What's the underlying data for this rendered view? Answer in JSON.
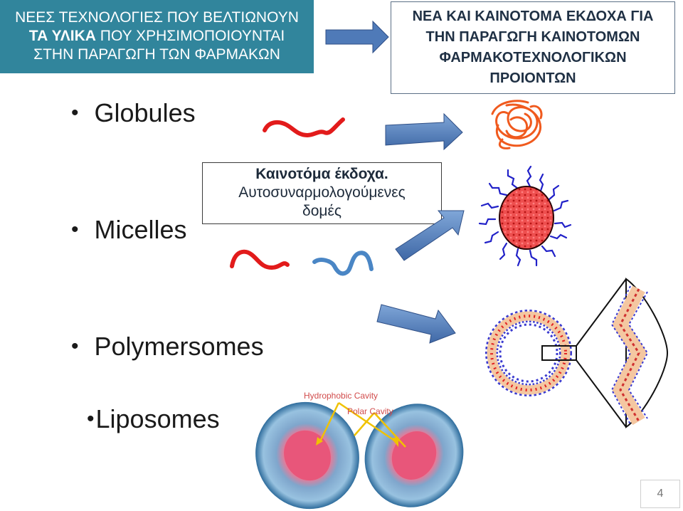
{
  "title": {
    "line1": "ΝΕΕΣ ΤΕΧΝΟΛΟΓΙΕΣ ΠΟΥ ΒΕΛΤΙΩΝΟΥΝ",
    "line2_bold": "ΤΑ ΥΛΙΚΑ",
    "line2_rest": " ΠΟΥ ΧΡΗΣΙΜΟΠΟΙΟΥΝΤΑΙ",
    "line3": "ΣΤΗΝ ΠΑΡΑΓΩΓΗ ΤΩΝ ΦΑΡΜΑΚΩΝ"
  },
  "result_box": {
    "line1": "ΝΕΑ ΚΑΙ ΚΑΙΝΟΤΟΜΑ ΕΚΔΟΧΑ ΓΙΑ",
    "line2": "ΤΗΝ ΠΑΡΑΓΩΓΗ ΚΑΙΝΟΤΟΜΩΝ",
    "line3": "ΦΑΡΜΑΚΟΤΕΧΝΟΛΟΓΙΚΩΝ",
    "line4": "ΠΡΟΙΟΝΤΩΝ"
  },
  "bullets": [
    "Globules",
    "Micelles",
    "Polymersomes",
    "Liposomes"
  ],
  "excipients_box": {
    "bold": "Καινοτόμα έκδοχα.",
    "line2": "Αυτοσυναρμολογούμενες",
    "line3": "δομές"
  },
  "liposome_labels": {
    "hydrophobic": "Hydrophobic Cavity",
    "polar": "Polar Cavity"
  },
  "page_number": "4",
  "colors": {
    "title_bg": "#31859c",
    "chain_red": "#e21b1b",
    "chain_blue": "#4a86c5",
    "arrow_blue": "#4f7ab8",
    "globule": "#f05a1e",
    "micelle_tail": "#2121c8",
    "membrane": "#f4c7a1"
  }
}
